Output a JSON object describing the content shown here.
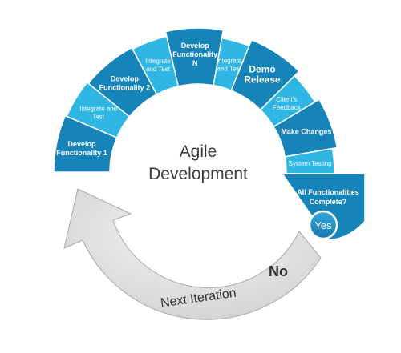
{
  "center": {
    "line1": "Agile",
    "line2": "Development"
  },
  "segments": [
    {
      "lines": [
        "Develop",
        "Functionality 1"
      ],
      "style": "major"
    },
    {
      "lines": [
        "Integrate and",
        "Test"
      ],
      "style": "minor"
    },
    {
      "lines": [
        "Develop",
        "Functionality 2"
      ],
      "style": "major"
    },
    {
      "lines": [
        "Integrate",
        "and Test"
      ],
      "style": "minor"
    },
    {
      "lines": [
        "Develop",
        "Functionality",
        "N"
      ],
      "style": "major"
    },
    {
      "lines": [
        "Integrate",
        "and Test"
      ],
      "style": "minor"
    },
    {
      "lines": [
        "Demo",
        "Release"
      ],
      "style": "huge"
    },
    {
      "lines": [
        "Client's",
        "Feedback"
      ],
      "style": "minor"
    },
    {
      "lines": [
        "Make Changes"
      ],
      "style": "major"
    },
    {
      "lines": [
        "System Testing"
      ],
      "style": "minor"
    }
  ],
  "decision": {
    "lines": [
      "All Functionalities",
      "Complete?"
    ],
    "yes_label": "Yes"
  },
  "loop": {
    "no_label": "No",
    "iteration_label": "Next Iteration"
  },
  "colors": {
    "segment_dark": "#1683b9",
    "segment_light": "#2fb6e5",
    "arrow_gray": "#d4d4d4",
    "arrow_edge": "#9c9c9c",
    "yes_circle": "#1f8fc7"
  }
}
